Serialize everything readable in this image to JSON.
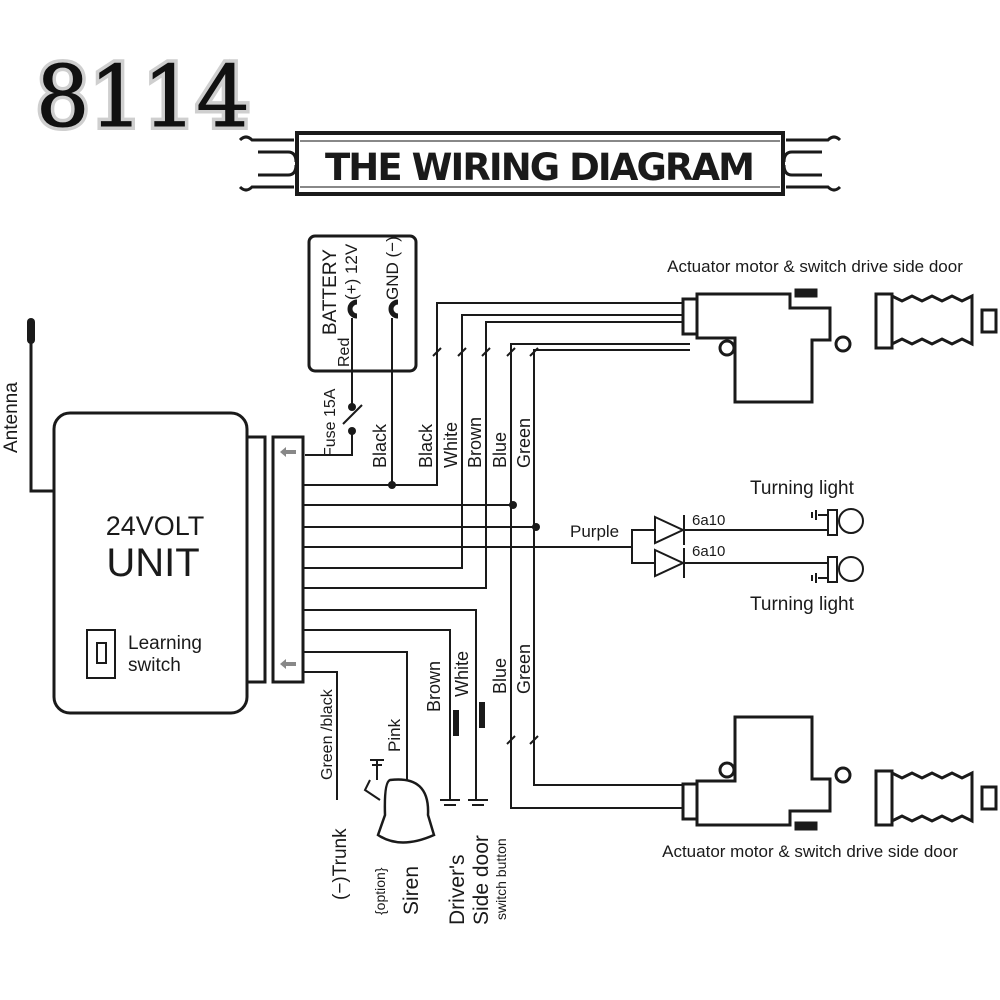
{
  "title": {
    "model_number": "8114",
    "banner": "THE WIRING DIAGRAM"
  },
  "control_unit": {
    "line1": "24VOLT",
    "line2": "UNIT",
    "learning_switch": [
      "Learning",
      "switch"
    ],
    "antenna": "Antenna"
  },
  "battery": {
    "label": "BATTERY",
    "positive": "(+) 12V",
    "negative": "GND (−)",
    "red_wire": "Red",
    "fuse": "Fuse 15A",
    "black_wire_left": "Black"
  },
  "upper_wires": [
    "Black",
    "White",
    "Brown",
    "Blue",
    "Green"
  ],
  "lower_wires": [
    "Blue",
    "Green"
  ],
  "turning_lights": {
    "wire": "Purple",
    "diode_label_top": "6a10",
    "diode_label_bottom": "6a10",
    "label_top": "Turning light",
    "label_bottom": "Turning light"
  },
  "actuators": {
    "top_label": "Actuator motor & switch drive side door",
    "bottom_label": "Actuator motor & switch drive side door"
  },
  "bottom_section": {
    "trunk_wire": "Green /black",
    "trunk_label": "(−)Trunk",
    "siren_wire": "Pink",
    "siren_option": "{option}",
    "siren_label": "Siren",
    "door_wire_brown": "Brown",
    "door_wire_white": "White",
    "door_label_1": "Driver's",
    "door_label_2": "Side door",
    "door_label_3": "switch button"
  }
}
